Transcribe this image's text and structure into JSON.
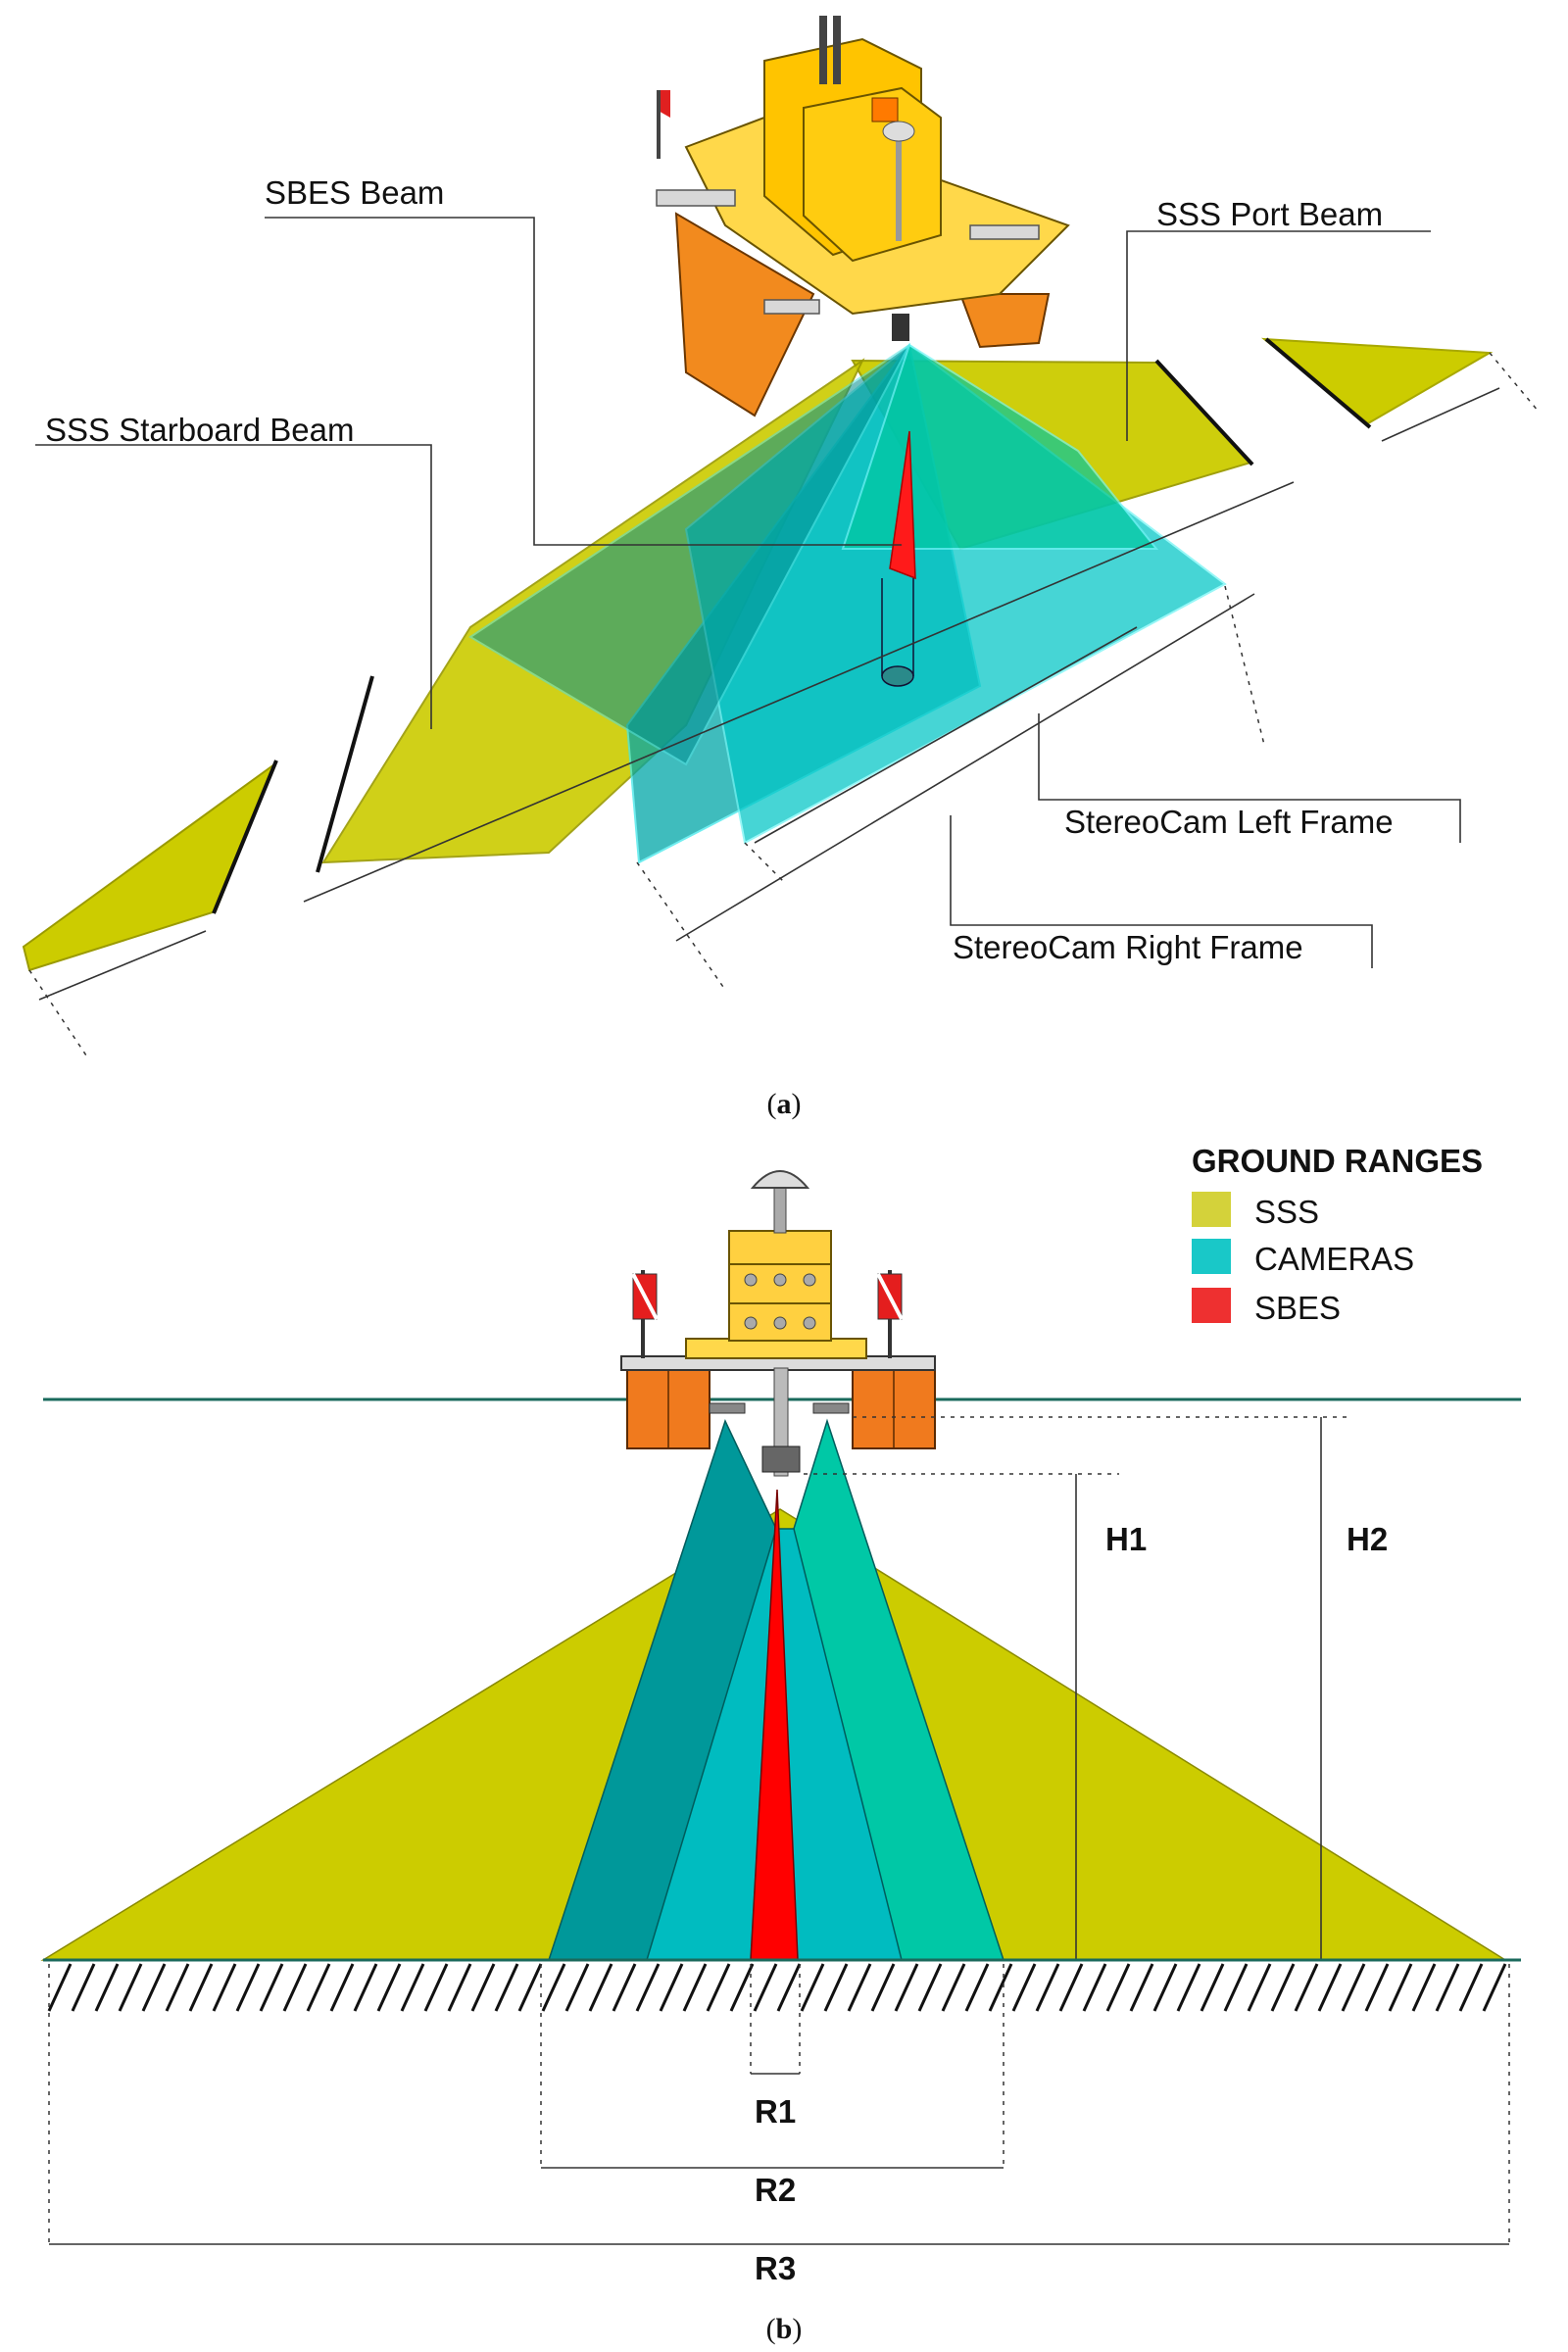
{
  "panel_a": {
    "caption_open": "(",
    "caption_letter": "a",
    "caption_close": ")",
    "labels": {
      "sbes_beam": "SBES Beam",
      "sss_port_beam": "SSS Port Beam",
      "sss_starboard_beam": "SSS Starboard Beam",
      "stereocam_left_frame": "StereoCam Left Frame",
      "stereocam_right_frame": "StereoCam Right Frame"
    }
  },
  "panel_b": {
    "caption_open": "(",
    "caption_letter": "b",
    "caption_close": ")",
    "legend": {
      "title": "GROUND RANGES",
      "items": [
        {
          "label": "SSS",
          "color": "#d4d23a"
        },
        {
          "label": "CAMERAS",
          "color": "#19c8c8"
        },
        {
          "label": "SBES",
          "color": "#ee3030"
        }
      ]
    },
    "heights": {
      "h1": "H1",
      "h2": "H2"
    },
    "ranges": {
      "r1": "R1",
      "r2": "R2",
      "r3": "R3"
    }
  },
  "colors": {
    "sss": "#cccc00",
    "camera_dark": "#00989a",
    "camera_mid": "#00bcc0",
    "camera_light": "#00c8a6",
    "sbes": "#ff1010",
    "hull": "#f28a1e",
    "deck": "#ffd84a",
    "water_line": "#1a6a5c"
  }
}
